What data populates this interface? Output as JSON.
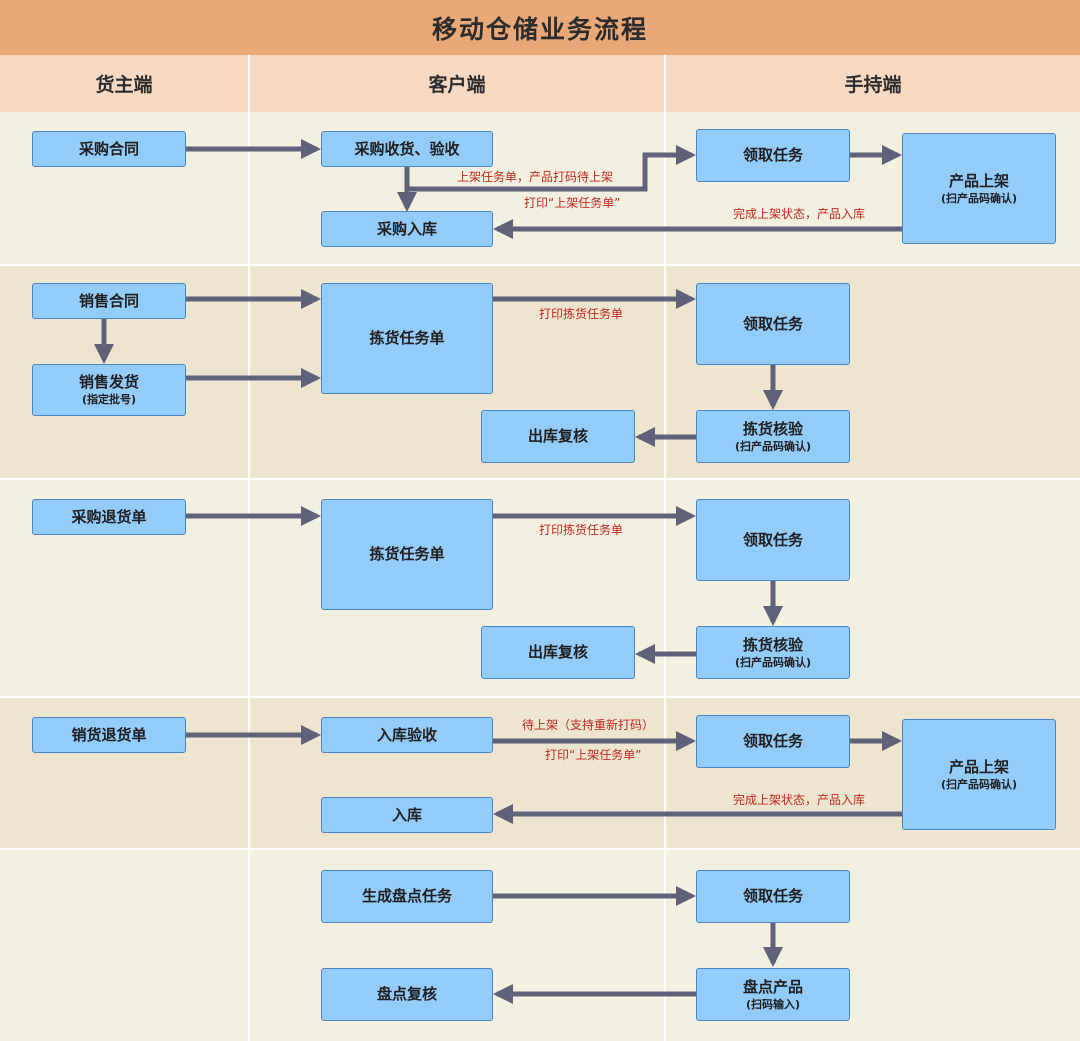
{
  "title": "移动仓储业务流程",
  "columns": [
    "货主端",
    "客户端",
    "手持端"
  ],
  "boxes": {
    "caigou_hetong": {
      "main": "采购合同"
    },
    "caigou_shouhuo": {
      "main": "采购收货、验收"
    },
    "caigou_ruku": {
      "main": "采购入库"
    },
    "lingqu_1": {
      "main": "领取任务"
    },
    "shangjia_1": {
      "main": "产品上架",
      "sub": "(扫产品码确认)"
    },
    "xiaoshou_hetong": {
      "main": "销售合同"
    },
    "xiaoshou_fahuo": {
      "main": "销售发货",
      "sub": "(指定批号)"
    },
    "jianhuo_1": {
      "main": "拣货任务单"
    },
    "lingqu_2": {
      "main": "领取任务"
    },
    "chuku_1": {
      "main": "出库复核"
    },
    "hanyan_1": {
      "main": "拣货核验",
      "sub": "(扫产品码确认)"
    },
    "caigou_tuihuo": {
      "main": "采购退货单"
    },
    "jianhuo_2": {
      "main": "拣货任务单"
    },
    "lingqu_3": {
      "main": "领取任务"
    },
    "chuku_2": {
      "main": "出库复核"
    },
    "hanyan_2": {
      "main": "拣货核验",
      "sub": "(扫产品码确认)"
    },
    "xiaohuo_tuihuo": {
      "main": "销货退货单"
    },
    "ruku_yanshou": {
      "main": "入库验收"
    },
    "lingqu_4": {
      "main": "领取任务"
    },
    "shangjia_2": {
      "main": "产品上架",
      "sub": "(扫产品码确认)"
    },
    "ruku": {
      "main": "入库"
    },
    "shengcheng_pandian": {
      "main": "生成盘点任务"
    },
    "lingqu_5": {
      "main": "领取任务"
    },
    "pandian_fuhe": {
      "main": "盘点复核"
    },
    "pandian_chanpin": {
      "main": "盘点产品",
      "sub": "(扫码输入)"
    }
  },
  "labels": {
    "l1": "上架任务单，产品打码待上架",
    "l2": "打印“上架任务单”",
    "l3": "完成上架状态，产品入库",
    "l4": "打印拣货任务单",
    "l5": "打印拣货任务单",
    "l6": "待上架（支持重新打码）",
    "l7": "打印“上架任务单”",
    "l8": "完成上架状态，产品入库"
  },
  "colors": {
    "title_bg": "#e8a878",
    "header_bg": "#f5d9c3",
    "band_light": "#f3f0e1",
    "band_dark": "#ede5cf",
    "box_fill": "#93cbf9",
    "box_border": "#4b86c2",
    "arrow": "#5f6278",
    "label_text": "#c0281f"
  }
}
